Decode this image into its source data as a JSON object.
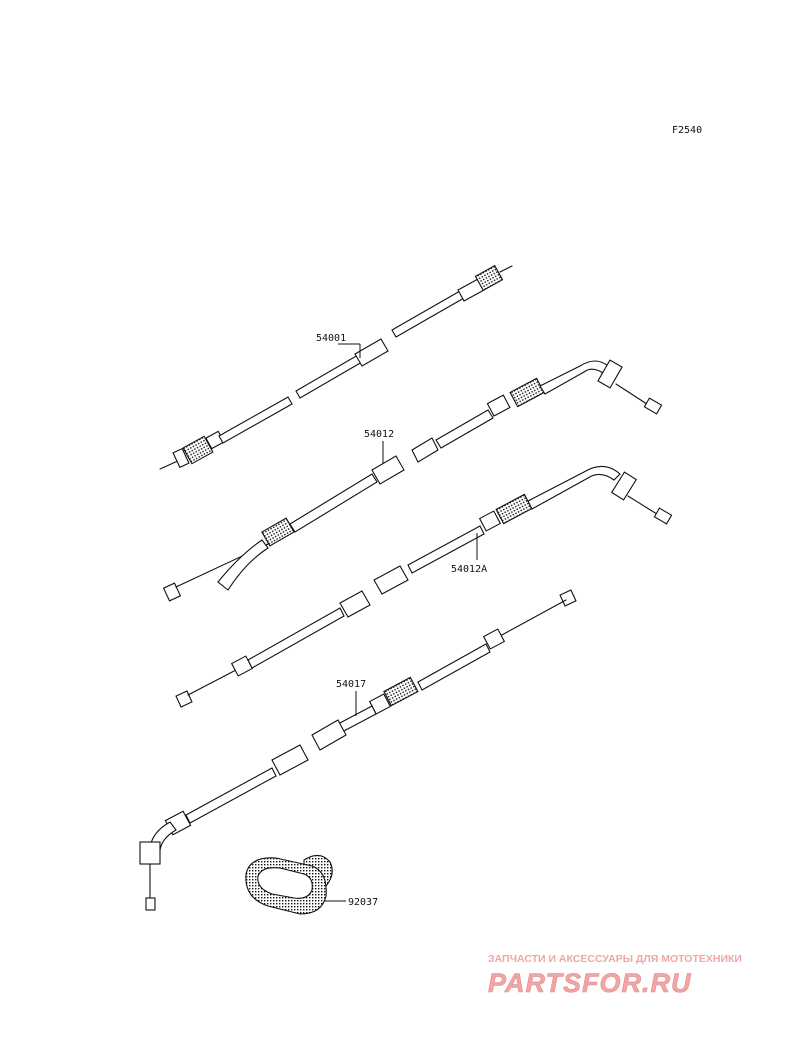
{
  "figure_code": "F2540",
  "parts": [
    {
      "id": "p1",
      "number": "54001"
    },
    {
      "id": "p2",
      "number": "54012"
    },
    {
      "id": "p3",
      "number": "54012A"
    },
    {
      "id": "p4",
      "number": "54017"
    },
    {
      "id": "p5",
      "number": "92037"
    }
  ],
  "watermark": {
    "tagline": "ЗАПЧАСТИ И АКСЕССУАРЫ ДЛЯ МОТОТЕХНИКИ",
    "brand": "PARTSFOR.RU",
    "color": "#f0a6a6"
  },
  "colors": {
    "line": "#111111",
    "background": "#ffffff"
  }
}
